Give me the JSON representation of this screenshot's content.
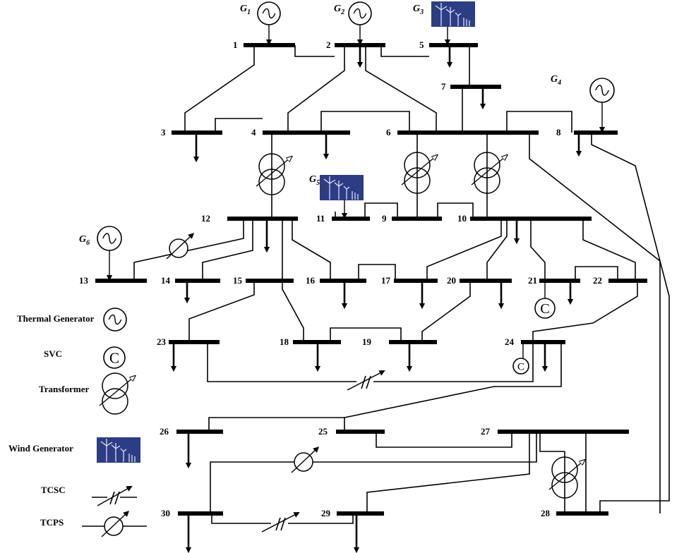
{
  "buses": [
    "1",
    "2",
    "3",
    "4",
    "5",
    "6",
    "7",
    "8",
    "9",
    "10",
    "11",
    "12",
    "13",
    "14",
    "15",
    "16",
    "17",
    "18",
    "19",
    "20",
    "21",
    "22",
    "23",
    "24",
    "25",
    "26",
    "27",
    "28",
    "29",
    "30"
  ],
  "generators": [
    {
      "letter": "G",
      "sub": "1",
      "kind": "thermal-generator-icon"
    },
    {
      "letter": "G",
      "sub": "2",
      "kind": "thermal-generator-icon"
    },
    {
      "letter": "G",
      "sub": "3",
      "kind": "wind-generator-icon"
    },
    {
      "letter": "G",
      "sub": "4",
      "kind": "thermal-generator-icon"
    },
    {
      "letter": "G",
      "sub": "5",
      "kind": "wind-generator-icon"
    },
    {
      "letter": "G",
      "sub": "6",
      "kind": "thermal-generator-icon"
    }
  ],
  "legend": [
    {
      "label": "Thermal Generator",
      "icon": "thermal-generator-icon"
    },
    {
      "label": "SVC",
      "icon": "svc-icon"
    },
    {
      "label": "Transformer",
      "icon": "transformer-icon"
    },
    {
      "label": "Wind Generator",
      "icon": "wind-generator-icon"
    },
    {
      "label": "TCSC",
      "icon": "tcsc-icon"
    },
    {
      "label": "TCPS",
      "icon": "tcps-icon"
    }
  ],
  "svc_symbol": "C",
  "colors": {
    "wind_bg": "#24337a",
    "line": "#000000"
  }
}
